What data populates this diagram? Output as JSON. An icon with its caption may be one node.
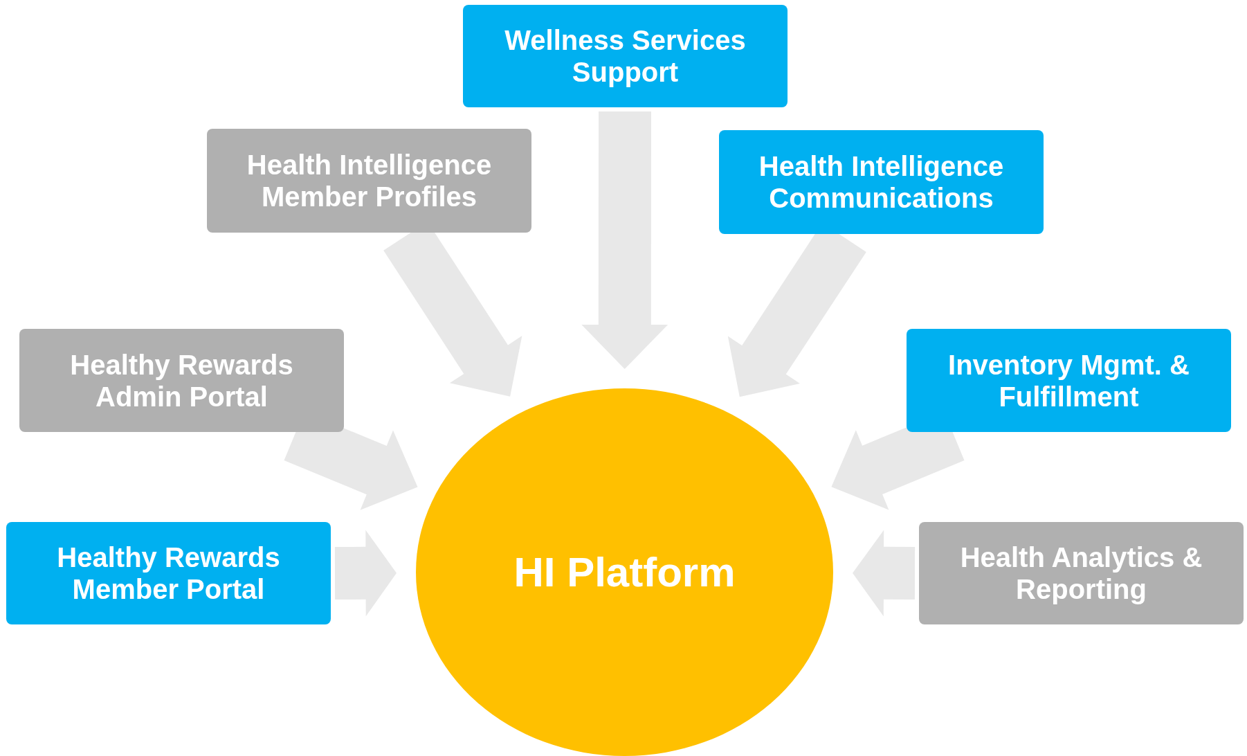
{
  "diagram": {
    "nodes": [
      {
        "text": [
          "Wellness Services Support"
        ]
      },
      {
        "text": [
          "Health Intelligence Member Profiles"
        ]
      },
      {
        "text": [
          "Health Intelligence Communications"
        ]
      },
      {
        "text": [
          "Healthy Rewards Admin Portal"
        ]
      },
      {
        "text": [
          "Inventory Mgmt. & Fulfillment"
        ]
      },
      {
        "text": [
          "Healthy Rewards Member Portal"
        ]
      },
      {
        "text": [
          "Health Analytics & Reporting"
        ]
      },
      {
        "text": [
          "HI Platform"
        ]
      }
    ],
    "edges": [
      {
        "from": 0,
        "to": 7,
        "arrow": "to",
        "style": "thick"
      },
      {
        "from": 1,
        "to": 7,
        "arrow": "to",
        "style": "thick"
      },
      {
        "from": 2,
        "to": 7,
        "arrow": "to",
        "style": "thick"
      },
      {
        "from": 3,
        "to": 7,
        "arrow": "to",
        "style": "thick"
      },
      {
        "from": 4,
        "to": 7,
        "arrow": "to",
        "style": "thick"
      },
      {
        "from": 5,
        "to": 7,
        "arrow": "to",
        "style": "thick"
      },
      {
        "from": 6,
        "to": 7,
        "arrow": "to",
        "style": "thick"
      }
    ]
  }
}
